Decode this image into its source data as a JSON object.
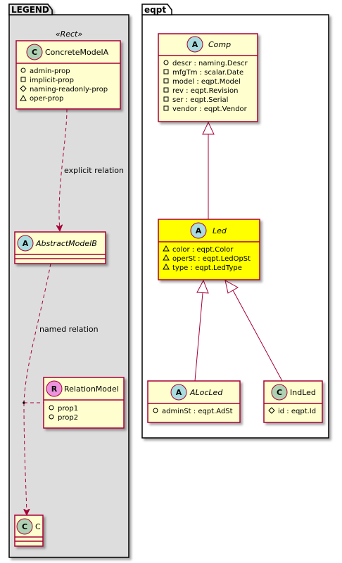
{
  "packages": {
    "legend": {
      "title": "LEGEND",
      "stereotype": "«Rect»"
    },
    "eqpt": {
      "title": "eqpt"
    }
  },
  "classes": {
    "concrete_model_a": {
      "badge": "C",
      "name": "ConcreteModelA",
      "members": [
        "admin-prop",
        "implicit-prop",
        "naming-readonly-prop",
        "oper-prop"
      ]
    },
    "abstract_model_b": {
      "badge": "A",
      "name": "AbstractModelB",
      "members": []
    },
    "relation_model": {
      "badge": "R",
      "name": "RelationModel",
      "members": [
        "prop1",
        "prop2"
      ]
    },
    "c": {
      "badge": "C",
      "name": "C",
      "members": []
    },
    "comp": {
      "badge": "A",
      "name": "Comp",
      "members": [
        "descr : naming.Descr",
        "mfgTm : scalar.Date",
        "model : eqpt.Model",
        "rev : eqpt.Revision",
        "ser : eqpt.Serial",
        "vendor : eqpt.Vendor"
      ]
    },
    "led": {
      "badge": "A",
      "name": "Led",
      "members": [
        "color : eqpt.Color",
        "operSt : eqpt.LedOpSt",
        "type : eqpt.LedType"
      ]
    },
    "aloc_led": {
      "badge": "A",
      "name": "ALocLed",
      "members": [
        "adminSt : eqpt.AdSt"
      ]
    },
    "ind_led": {
      "badge": "C",
      "name": "IndLed",
      "members": [
        "id : eqpt.Id"
      ]
    }
  },
  "edges": {
    "explicit_relation": "explicit relation",
    "named_relation": "named relation"
  },
  "colors": {
    "package_fill": "#DDDDDD",
    "class_fill": "#FEFECE",
    "class_border": "#A80036",
    "highlight_fill": "#FFFF00",
    "badge_concrete": "#ADD1B2",
    "badge_abstract": "#A9DCDF",
    "badge_relation": "#EB93DF",
    "visibility_public": "#038048",
    "visibility_private": "#C82930",
    "visibility_protected": "#B38D22",
    "visibility_package": "#1963A0"
  }
}
